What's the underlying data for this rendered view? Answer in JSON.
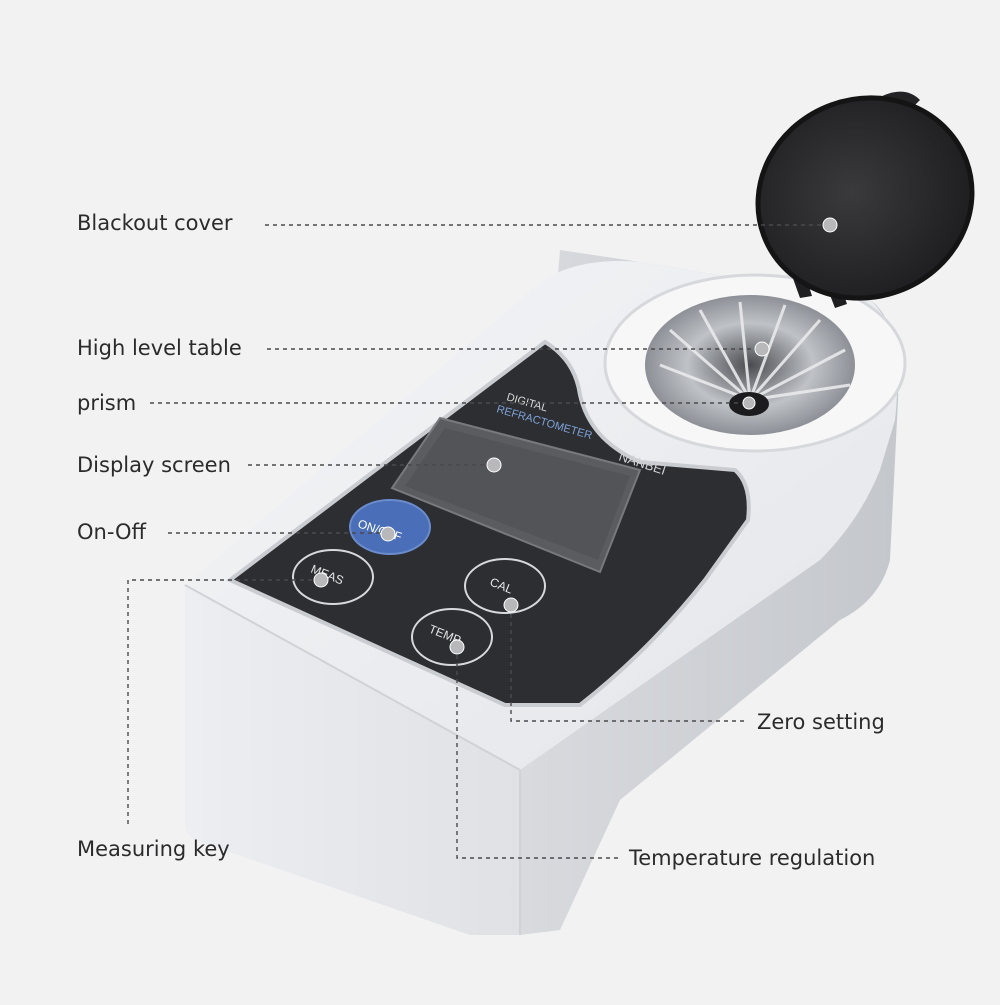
{
  "callouts": {
    "blackout_cover": "Blackout cover",
    "high_level_table": "High level table",
    "prism": "prism",
    "display_screen": "Display screen",
    "on_off": "On-Off",
    "measuring_key": "Measuring key",
    "zero_setting": "Zero setting",
    "temperature_regulation": "Temperature regulation"
  },
  "device": {
    "title_line1": "DIGITAL",
    "title_line2": "REFRACTOMETER",
    "brand": "NANBEI",
    "buttons": {
      "on_off": "ON/OFF",
      "meas": "MEAS",
      "cal": "CAL",
      "temp": "TEMP"
    }
  },
  "colors": {
    "background": "#f2f2f3",
    "body": "#e6e7ea",
    "panel": "#2c2e31",
    "on_off_button": "#4a6fb8",
    "cover": "#2a2a2c",
    "title_blue": "#7ea2d8"
  }
}
